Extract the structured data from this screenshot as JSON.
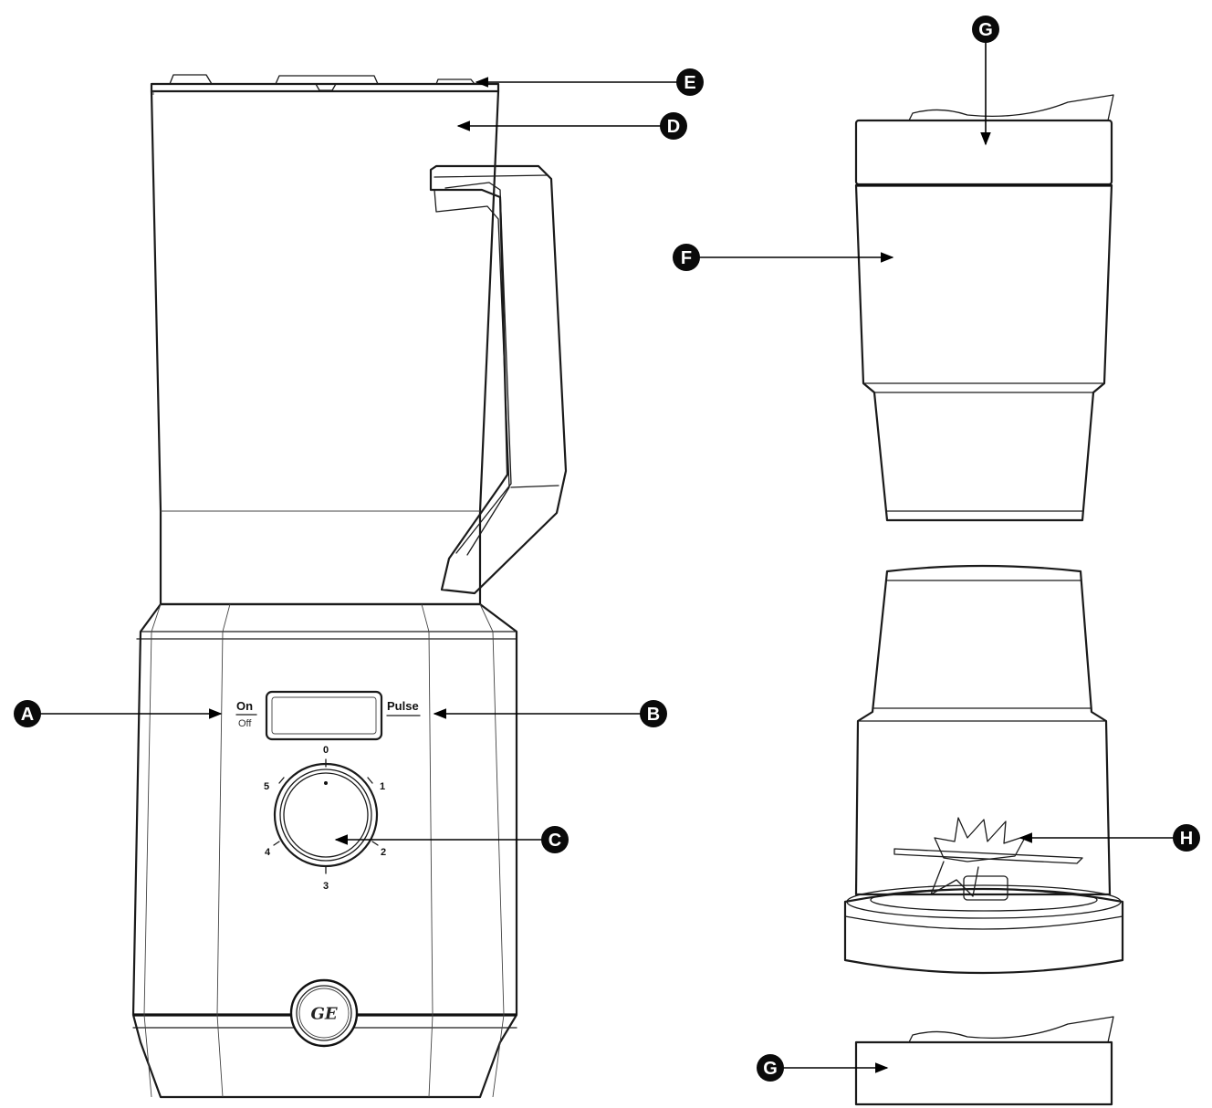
{
  "control_panel": {
    "on_label": "On",
    "off_label": "Off",
    "pulse_label": "Pulse"
  },
  "dial": {
    "marks": [
      "0",
      "1",
      "2",
      "3",
      "4",
      "5"
    ]
  },
  "logo": {
    "text": "GE"
  },
  "callouts": {
    "A": "A",
    "B": "B",
    "C": "C",
    "D": "D",
    "E": "E",
    "F": "F",
    "G_top": "G",
    "G_bottom": "G",
    "H": "H"
  },
  "colors": {
    "line": "#1a1a1a",
    "callout_fill": "#0a0a0a",
    "callout_text": "#ffffff",
    "background": "#ffffff"
  }
}
